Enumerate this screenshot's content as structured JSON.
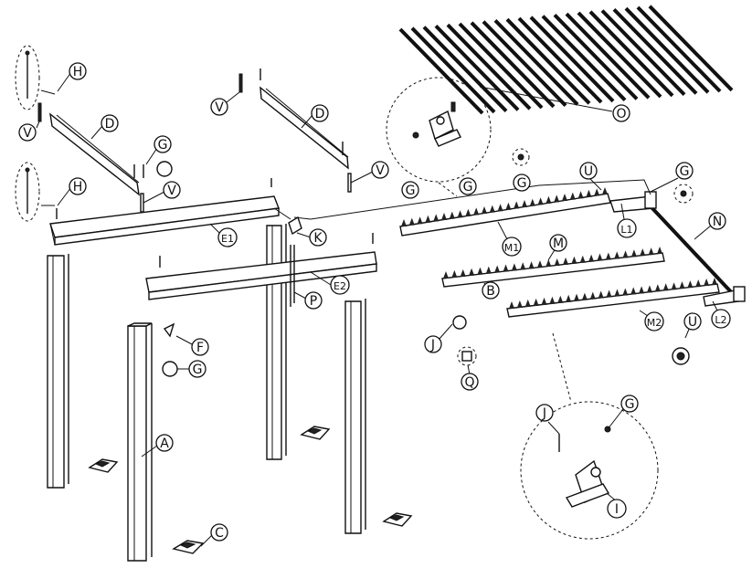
{
  "diagram": {
    "labels": {
      "A": "A",
      "B": "B",
      "C": "C",
      "D1": "D",
      "D2": "D",
      "E1": "E1",
      "E2": "E2",
      "F": "F",
      "G1": "G",
      "G2": "G",
      "G3": "G",
      "G4": "G",
      "G5": "G",
      "G6": "G",
      "G7": "G",
      "H1": "H",
      "H2": "H",
      "I": "I",
      "J1": "J",
      "J2": "J",
      "K": "K",
      "L1": "L1",
      "L2": "L2",
      "M": "M",
      "M1": "M1",
      "M2": "M2",
      "N": "N",
      "O": "O",
      "P": "P",
      "Q": "Q",
      "U1": "U",
      "U2": "U",
      "V1": "V",
      "V2": "V",
      "V3": "V",
      "V4": "V"
    }
  }
}
